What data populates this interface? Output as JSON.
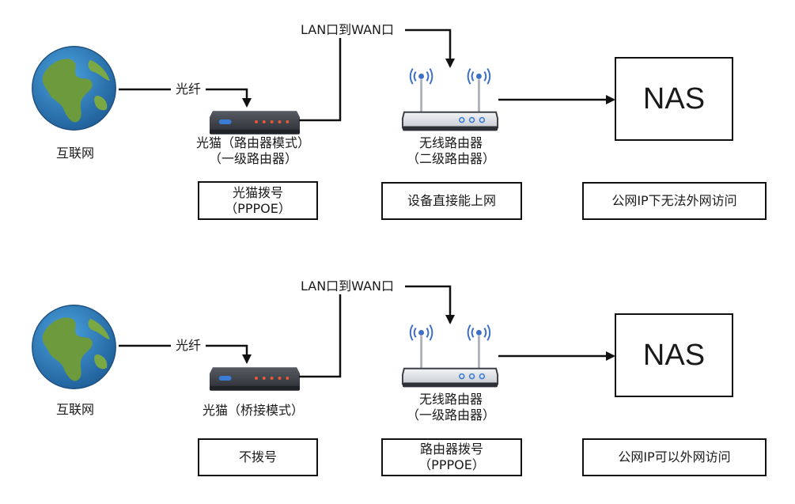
{
  "rows": [
    {
      "internet_label": "互联网",
      "fiber_label": "光纤",
      "link_label": "LAN口到WAN口",
      "modem_label": "光猫（路由器模式）\n（一级路由器）",
      "router_label": "无线路由器\n（二级路由器）",
      "nas_label": "NAS",
      "box1": "光猫拨号\n（PPPOE）",
      "box2": "设备直接能上网",
      "box3": "公网IP下无法外网访问"
    },
    {
      "internet_label": "互联网",
      "fiber_label": "光纤",
      "link_label": "LAN口到WAN口",
      "modem_label": "光猫（桥接模式）",
      "router_label": "无线路由器\n（一级路由器）",
      "nas_label": "NAS",
      "box1": "不拨号",
      "box2": "路由器拨号\n（PPPOE）",
      "box3": "公网IP可以外网访问"
    }
  ],
  "colors": {
    "ocean": "#2f7fc0",
    "land": "#6c9a3c",
    "device_body": "#3b3f46",
    "led_red": "#e8583a",
    "led_blue": "#3a7bd5",
    "wifi_blue": "#3d6fc4"
  }
}
